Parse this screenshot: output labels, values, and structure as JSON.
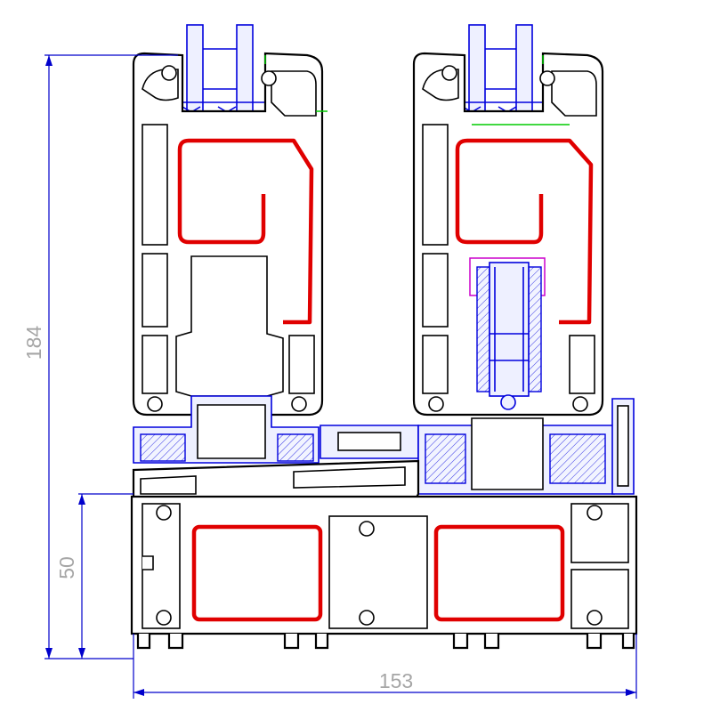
{
  "dimensions": {
    "total_height": "184",
    "frame_height": "50",
    "total_width": "153"
  },
  "colors": {
    "profile_outline": "#000000",
    "steel_reinforcement": "#e00000",
    "gasket": "#0000dd",
    "dimension_line": "#0000cc",
    "dimension_text": "#a6a6a6",
    "seal_accent": "#00cc00",
    "bearing_accent": "#cc00cc"
  }
}
